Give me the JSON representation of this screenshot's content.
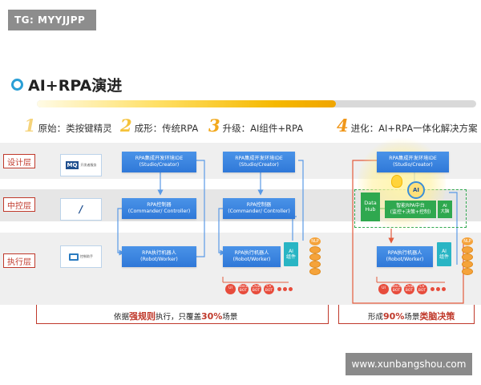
{
  "watermark_top": "TG: MYYJJPP",
  "watermark_bottom": "www.xunbangshou.com",
  "title": "AI+RPA演进",
  "progress": {
    "fill_percent": 68,
    "track_color": "#d9d9d9",
    "fill_color": "#f5b800"
  },
  "stages": [
    {
      "num": "1",
      "label": "原始：类按键精灵",
      "color": "#f5d37a"
    },
    {
      "num": "2",
      "label": "成形：传统RPA",
      "color": "#f5c23a"
    },
    {
      "num": "3",
      "label": "升级：AI组件+RPA",
      "color": "#f2a81c"
    },
    {
      "num": "4",
      "label": "进化：AI+RPA一体化解决方案",
      "color": "#f0971a"
    }
  ],
  "layers": {
    "design": "设计层",
    "control": "中控层",
    "execute": "执行层"
  },
  "tech_stack": {
    "mq_badge": "MQ",
    "mq_text": "开发者服务",
    "control_mark": "/",
    "exec_text": "控制助手"
  },
  "stage2": {
    "ide_title": "RPA集成开发环境IDE",
    "ide_sub": "(Studio/Creator)",
    "ctrl_title": "RPA控制器",
    "ctrl_sub": "(Commander/ Controller)",
    "exec_title": "RPA执行机器人",
    "exec_sub": "(Robot/Worker)"
  },
  "stage3": {
    "ide_title": "RPA集成开发环境IDE",
    "ide_sub": "(Studio/Creator)",
    "ctrl_title": "RPA控制器",
    "ctrl_sub": "(Commander/ Controller)",
    "exec_title": "RPA执行机器人",
    "exec_sub": "(Robot/Worker)",
    "ai_top": "AI",
    "ai_bottom": "组件",
    "coin_label": "NLP",
    "bots": [
      {
        "top": "UI",
        "bottom": ""
      },
      {
        "top": "Voice",
        "bottom": "BOT"
      },
      {
        "top": "Chat",
        "bottom": "BOT"
      },
      {
        "top": "CV",
        "bottom": "BOT"
      }
    ]
  },
  "stage4": {
    "ide_title": "RPA集成开发环境IDE",
    "ide_sub": "(Studio/Creator)",
    "data_hub_top": "Data",
    "data_hub_bottom": "Hub",
    "center_title": "智能RPA中台",
    "center_sub": "(监控+决策+控制)",
    "head_label": "AI",
    "exec_title": "RPA执行机器人",
    "exec_sub": "(Robot/Worker)",
    "ai_top": "AI",
    "ai_bottom": "组件",
    "brain_top": "AI",
    "brain_bottom": "大脑",
    "coin_label": "NLP",
    "bots": [
      {
        "top": "UI",
        "bottom": ""
      },
      {
        "top": "Voice",
        "bottom": "BOT"
      },
      {
        "top": "Chat",
        "bottom": "BOT"
      },
      {
        "top": "CV",
        "bottom": "BOT"
      }
    ]
  },
  "bottom_left": {
    "before": "依据",
    "strong1": "强规则",
    "middle": "执行，只覆盖",
    "strong2": "30%",
    "after": "场景"
  },
  "bottom_right": {
    "before": "形成",
    "strong1": "90%",
    "middle": "场景",
    "strong2": "类脑决策"
  },
  "colors": {
    "accent_blue": "#2f78d8",
    "accent_red": "#c0392b",
    "accent_green": "#2fa84f",
    "accent_teal": "#29b5c4",
    "accent_orange": "#f5a33b"
  }
}
